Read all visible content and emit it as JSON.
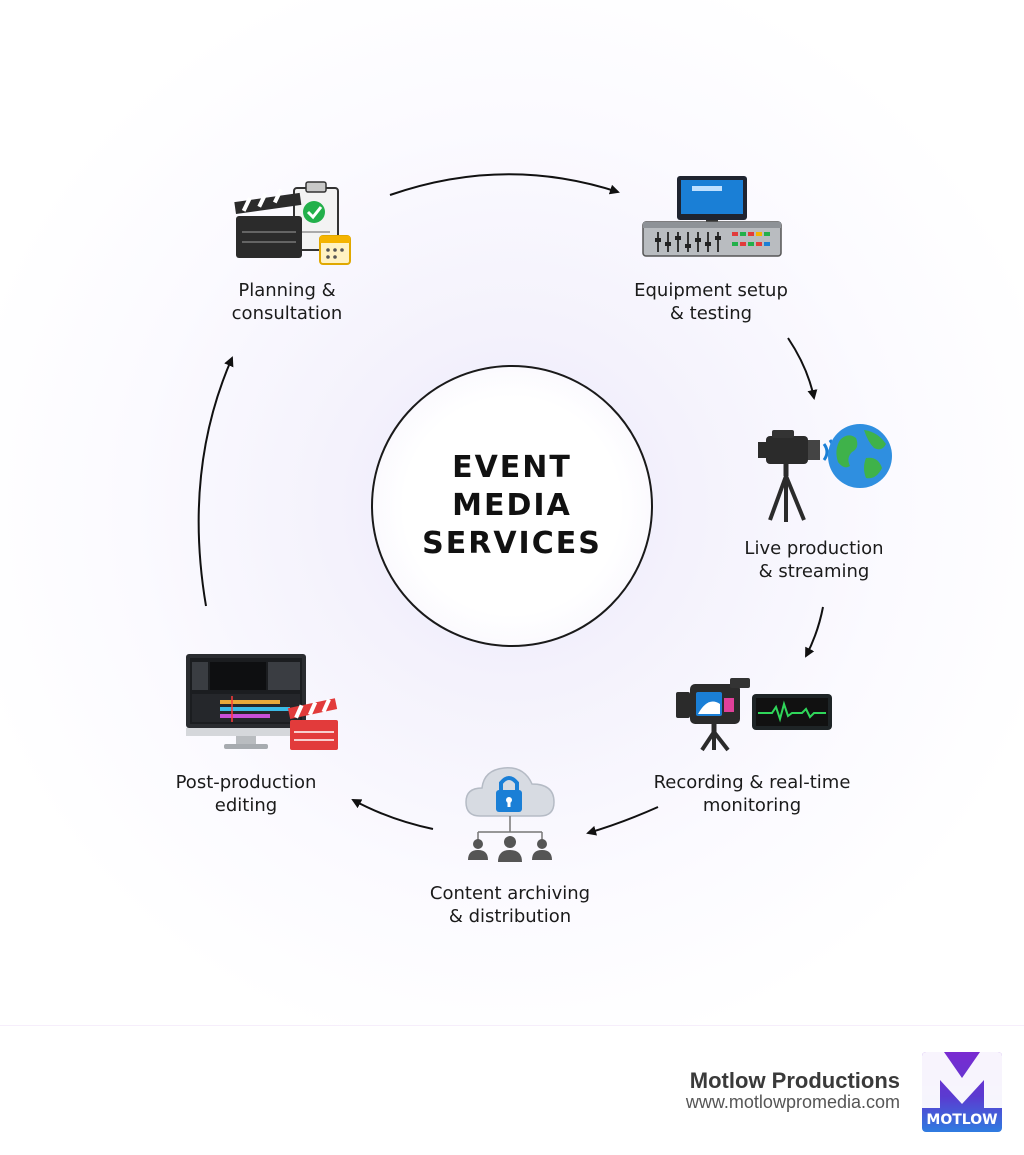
{
  "center": {
    "lines": [
      "EVENT",
      "MEDIA",
      "SERVICES"
    ]
  },
  "steps": [
    {
      "id": "planning",
      "lines": [
        "Planning &",
        "consultation"
      ],
      "icon": "clapperboard-checklist-icon"
    },
    {
      "id": "equipment",
      "lines": [
        "Equipment setup",
        "& testing"
      ],
      "icon": "monitor-mixer-icon"
    },
    {
      "id": "live",
      "lines": [
        "Live production",
        "& streaming"
      ],
      "icon": "camera-globe-icon"
    },
    {
      "id": "recording",
      "lines": [
        "Recording & real-time",
        "monitoring"
      ],
      "icon": "camera-monitor-icon"
    },
    {
      "id": "archiving",
      "lines": [
        "Content archiving",
        "& distribution"
      ],
      "icon": "cloud-lock-users-icon"
    },
    {
      "id": "post",
      "lines": [
        "Post-production",
        "editing"
      ],
      "icon": "editing-monitor-icon"
    }
  ],
  "footer": {
    "brand_name": "Motlow Productions",
    "brand_url": "www.motlowpromedia.com",
    "logo_text": "MOTLOW"
  },
  "colors": {
    "arrow": "#111111",
    "logo_top": "#7a2bd1",
    "logo_bottom": "#2f7ce0",
    "accent_green": "#22b04a",
    "accent_blue": "#1a7fd6"
  }
}
